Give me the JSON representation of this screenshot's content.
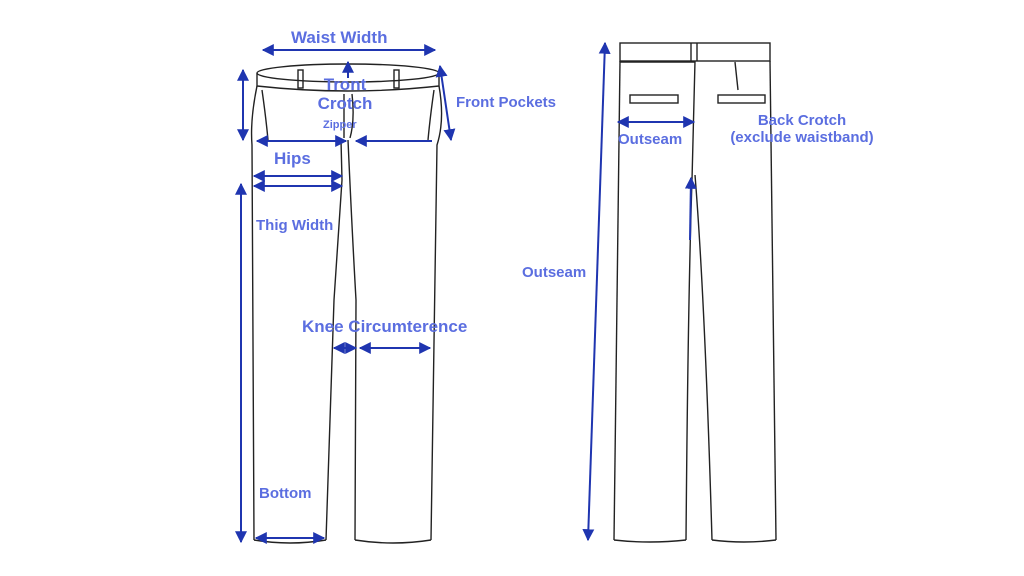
{
  "colors": {
    "label": "#5b6ee0",
    "arrow": "#1f35b0",
    "outline": "#222222"
  },
  "front": {
    "waist_width": "Waist Width",
    "front_crotch_line1": "Tront",
    "front_crotch_line2": "Crotch",
    "zipper": "Zipper",
    "front_pockets": "Front Pockets",
    "hips": "Hips",
    "thigh_width": "Thig Width",
    "knee": "Knee Circumterence",
    "bottom": "Bottom"
  },
  "back": {
    "outseam_top": "Outseam",
    "back_crotch_line1": "Back Crotch",
    "back_crotch_line2": "(exclude waistband)",
    "outseam_side": "Outseam"
  }
}
